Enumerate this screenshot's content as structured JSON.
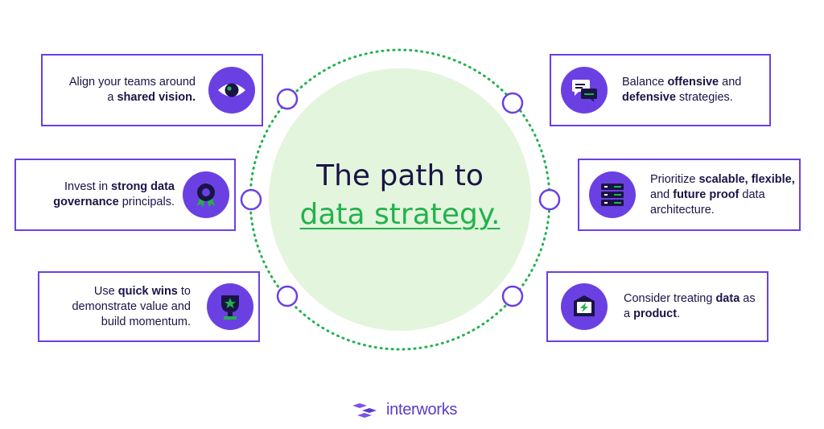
{
  "title": {
    "line1": "The path to",
    "line2": "data strategy."
  },
  "cards": {
    "vision": {
      "pre": "Align your teams around a ",
      "bold": "shared vision.",
      "icon": "eye-icon"
    },
    "governance": {
      "pre": "Invest in ",
      "bold": "strong data governance",
      "post": " principals.",
      "icon": "award-ribbon-icon"
    },
    "quickwins": {
      "pre": "Use ",
      "bold": "quick wins",
      "post": " to demonstrate value and build momentum.",
      "icon": "trophy-icon"
    },
    "balance": {
      "pre": "Balance ",
      "bold1": "offensive",
      "mid": " and ",
      "bold2": "defensive",
      "post": " strategies.",
      "icon": "chat-bubbles-icon"
    },
    "scalable": {
      "pre": "Prioritize ",
      "bold1": "scalable, flexible,",
      "mid": " and ",
      "bold2": "future proof",
      "post": " data architecture.",
      "icon": "server-stack-icon"
    },
    "product": {
      "pre": "Consider treating ",
      "bold1": "data",
      "mid": " as a ",
      "bold2": "product",
      "post": ".",
      "icon": "lightning-box-icon"
    }
  },
  "logo": {
    "text": "interworks"
  },
  "colors": {
    "purple": "#6b40e3",
    "green": "#22b24c",
    "navy": "#1a1446",
    "circle_fill": "#e3f5dc"
  }
}
